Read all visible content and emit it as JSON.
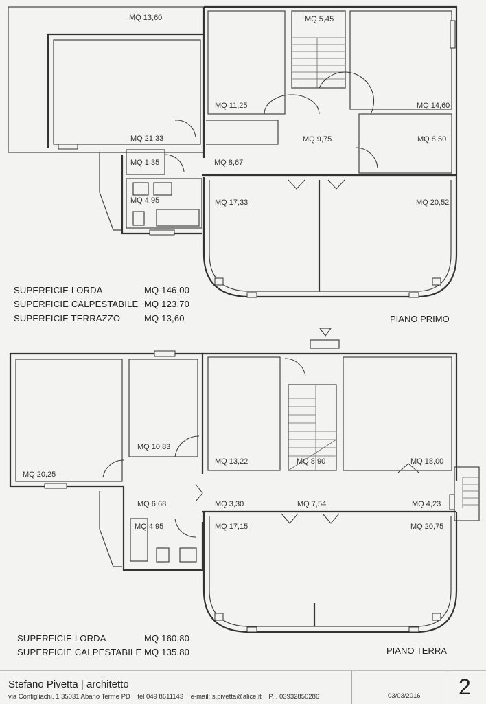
{
  "upper_floor": {
    "name": "PIANO PRIMO",
    "rooms": [
      "MQ 13,60",
      "MQ 5,45",
      "MQ 11,25",
      "MQ 14,60",
      "MQ 21,33",
      "MQ 9,75",
      "MQ 8,50",
      "MQ 1,35",
      "MQ 8,67",
      "MQ 4,95",
      "MQ 17,33",
      "MQ 20,52"
    ],
    "summary": [
      {
        "label": "SUPERFICIE LORDA",
        "value": "MQ 146,00"
      },
      {
        "label": "SUPERFICIE CALPESTABILE",
        "value": "MQ 123,70"
      },
      {
        "label": "SUPERFICIE TERRAZZO",
        "value": "MQ 13,60"
      }
    ]
  },
  "ground_floor": {
    "name": "PIANO TERRA",
    "rooms": [
      "MQ 10,83",
      "MQ 13,22",
      "MQ 8,90",
      "MQ 18,00",
      "MQ 20,25",
      "MQ 6,68",
      "MQ 3,30",
      "MQ 7,54",
      "MQ 4,23",
      "MQ 4,95",
      "MQ 17,15",
      "MQ 20,75"
    ],
    "summary": [
      {
        "label": "SUPERFICIE LORDA",
        "value": "MQ 160,80"
      },
      {
        "label": "SUPERFICIE CALPESTABILE",
        "value": "MQ 135.80"
      }
    ]
  },
  "footer": {
    "architect": "Stefano Pivetta",
    "separator": "|",
    "role": "architetto",
    "address": "via Configliachi, 1 35031  Abano Terme  PD",
    "phone": "tel 049 8611143",
    "email": "e-mail: s.pivetta@alice.it",
    "vat": "P.I. 03932850286",
    "date": "03/03/2016",
    "page_number": "2"
  }
}
